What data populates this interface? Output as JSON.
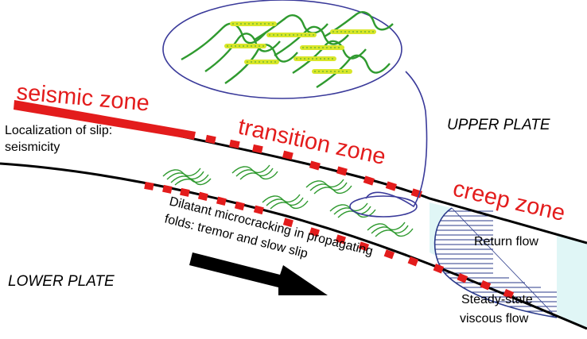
{
  "labels": {
    "seismic_zone": "seismic zone",
    "transition_zone": "transition zone",
    "creep_zone": "creep zone",
    "upper_plate": "UPPER PLATE",
    "lower_plate": "LOWER PLATE",
    "localization_line1": "Localization of slip:",
    "localization_line2": "seismicity",
    "dilatant_line1": "Dilatant microcracking in propagating",
    "dilatant_line2": "folds: tremor and slow slip",
    "return_flow": "Return flow",
    "steady_line1": "Steady-state",
    "steady_line2": "viscous flow"
  },
  "colors": {
    "zone_red": "#e31c1c",
    "fold_green": "#2f9a2f",
    "fold_yellow": "#d8e62a",
    "lens_blue": "#3a3a9a",
    "flow_fill": "#e0f6f6",
    "profile_hatch": "#2a3a8a",
    "line_black": "#000000"
  },
  "icons": {
    "direction_arrow": "arrow-right-icon"
  }
}
